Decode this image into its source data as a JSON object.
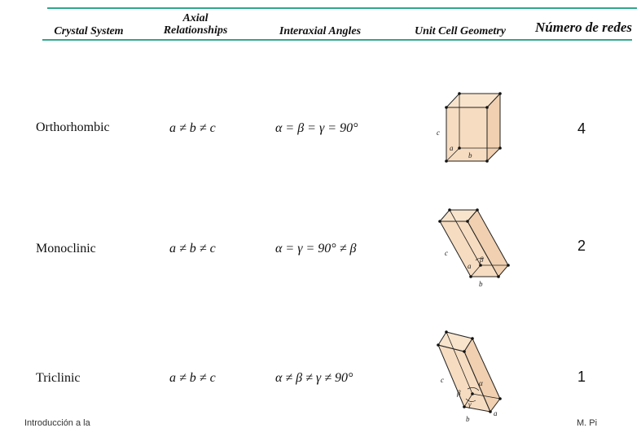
{
  "table": {
    "headers": {
      "crystal_system": "Crystal System",
      "axial_1": "Axial",
      "axial_2": "Relationships",
      "angles": "Interaxial Angles",
      "geometry": "Unit Cell Geometry",
      "networks": "Número de redes"
    },
    "rows": [
      {
        "system": "Orthorhombic",
        "axial": "a ≠ b ≠ c",
        "angles": "α = β = γ = 90°",
        "count": "4",
        "labels": {
          "c": "c",
          "a": "a",
          "b": "b"
        }
      },
      {
        "system": "Monoclinic",
        "axial": "a ≠ b ≠ c",
        "angles": "α = γ = 90° ≠ β",
        "count": "2",
        "labels": {
          "c": "c",
          "a": "a",
          "b": "b",
          "beta": "β"
        }
      },
      {
        "system": "Triclinic",
        "axial": "a ≠ b ≠ c",
        "angles": "α ≠ β ≠ γ ≠ 90°",
        "count": "1",
        "labels": {
          "c": "c",
          "a": "a",
          "b": "b",
          "alpha": "α",
          "beta": "β",
          "gamma": "γ"
        }
      }
    ]
  },
  "footer": {
    "left": "Introducción a la",
    "right": "M. Pi"
  },
  "colors": {
    "rule": "#2fa88c",
    "cell_fill": "#f6dcc0"
  }
}
